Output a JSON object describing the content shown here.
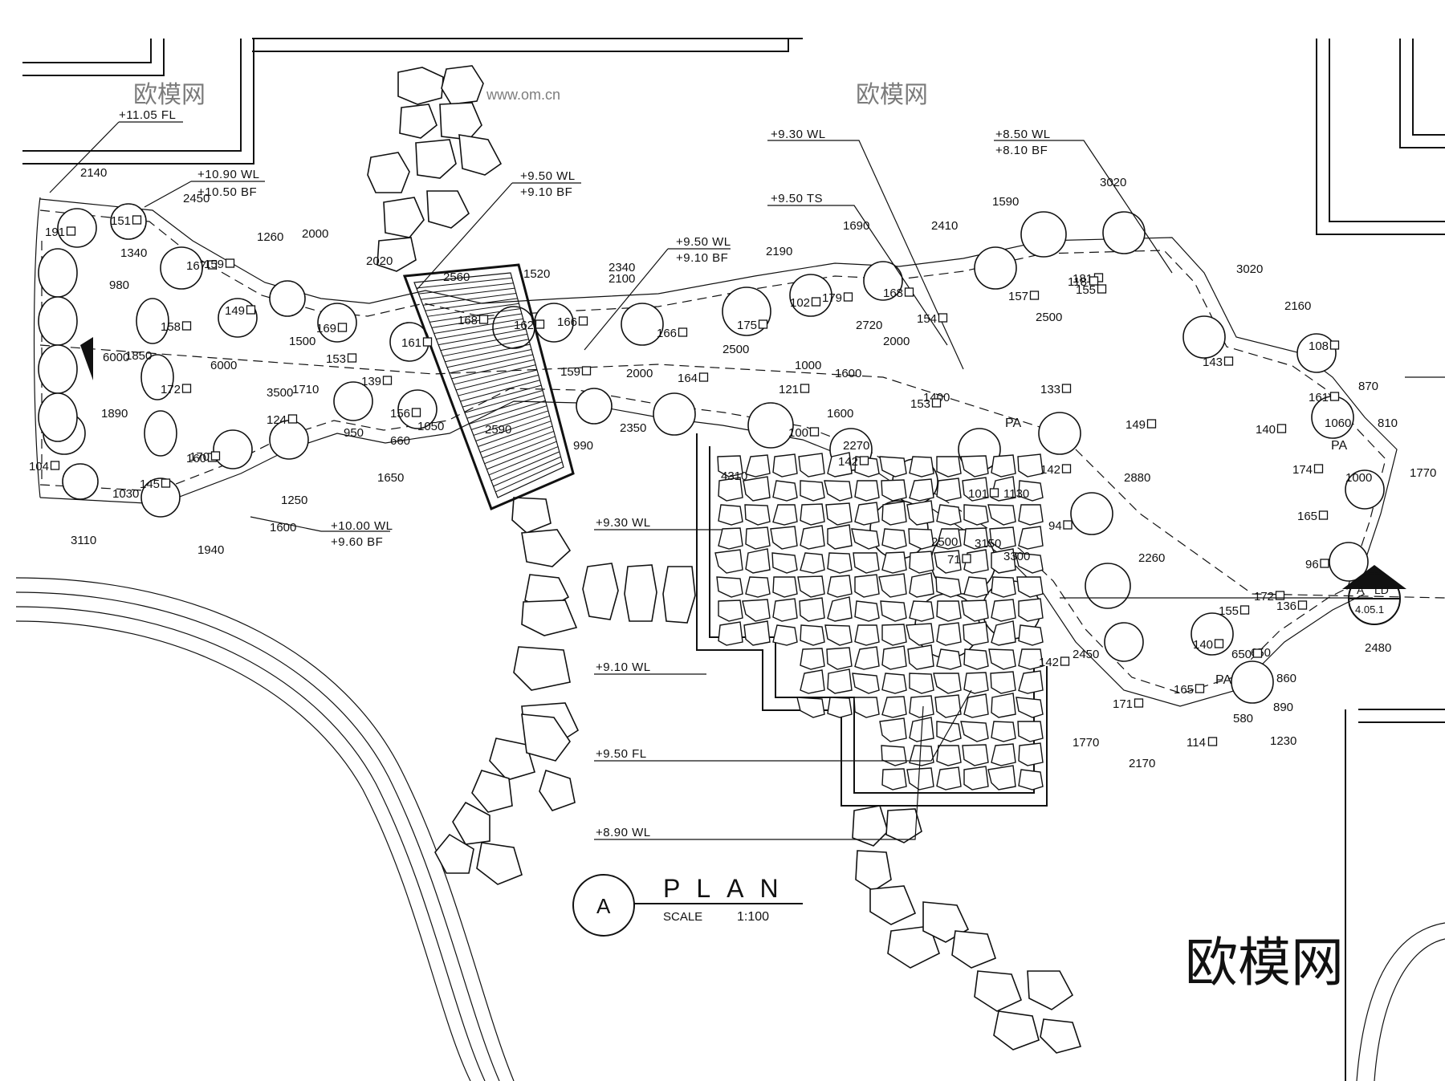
{
  "title": {
    "tag": "A",
    "word": "PLAN",
    "scale_label": "SCALE",
    "scale_value": "1:100"
  },
  "section_marker": {
    "letter": "A",
    "sheet_code": "LD",
    "sheet_ref": "4.05.1"
  },
  "areas": [
    "PA",
    "PA",
    "PA"
  ],
  "levels": [
    "+11.05 FL",
    "+10.90 WL",
    "+10.50 BF",
    "+9.50 WL",
    "+9.10 BF",
    "+9.50 WL",
    "+9.10 BF",
    "+9.30 WL",
    "+9.50 TS",
    "+8.50 WL",
    "+8.10 BF",
    "+10.00 WL",
    "+9.60 BF",
    "+9.30 WL",
    "+9.10 WL",
    "+9.50 FL",
    "+8.90 WL"
  ],
  "dimensions": [
    "2140",
    "2450",
    "2000",
    "2020",
    "1260",
    "1340",
    "980",
    "6000",
    "1850",
    "1890",
    "6000",
    "1030",
    "3110",
    "1940",
    "1600",
    "1250",
    "1650",
    "1500",
    "1710",
    "3500",
    "950",
    "660",
    "1050",
    "2560",
    "1520",
    "2340",
    "2100",
    "2190",
    "1690",
    "2410",
    "1590",
    "3020",
    "3020",
    "2160",
    "2500",
    "2000",
    "2500",
    "2720",
    "2000",
    "1600",
    "1000",
    "1600",
    "2270",
    "4310",
    "2350",
    "990",
    "2590",
    "2500",
    "3150",
    "3300",
    "1130",
    "2880",
    "2260",
    "1770",
    "2480",
    "870",
    "810",
    "1060",
    "1000",
    "1770",
    "2450",
    "1230",
    "890",
    "580",
    "860",
    "650",
    "2170",
    "1400"
  ],
  "stone_tags": [
    "191",
    "151",
    "167",
    "159",
    "149",
    "158",
    "172",
    "160",
    "104",
    "145",
    "170",
    "124",
    "169",
    "153",
    "139",
    "161",
    "156",
    "159",
    "164",
    "162",
    "168",
    "166",
    "166",
    "175",
    "102",
    "179",
    "168",
    "154",
    "157",
    "181",
    "155",
    "118",
    "143",
    "108",
    "161",
    "140",
    "174",
    "165",
    "96",
    "172",
    "155",
    "136",
    "140",
    "165",
    "650",
    "114",
    "171",
    "142",
    "94",
    "149",
    "142",
    "133",
    "153",
    "100",
    "121",
    "101",
    "71",
    "142"
  ],
  "watermarks": [
    "欧模网",
    "www.om.cn",
    "欧模网"
  ],
  "brand": "欧模网"
}
